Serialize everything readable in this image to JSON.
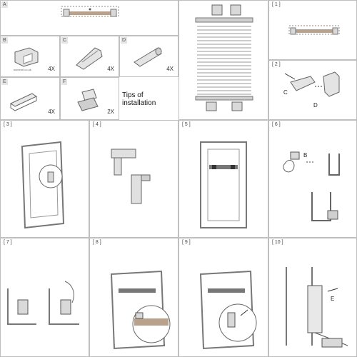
{
  "panels": {
    "A": {
      "tag": "A"
    },
    "B": {
      "tag": "B",
      "qty": "4X",
      "brand": "someurl.co.uk"
    },
    "C": {
      "tag": "C",
      "qty": "4X"
    },
    "D": {
      "tag": "D",
      "qty": "4X"
    },
    "E": {
      "tag": "E",
      "qty": "4X"
    },
    "F": {
      "tag": "F",
      "qty": "2X"
    }
  },
  "tips_title": "Tips of installation",
  "steps": [
    "[ 1 ]",
    "[ 2 ]",
    "[ 3 ]",
    "[ 4 ]",
    "[ 5 ]",
    "[ 6 ]",
    "[ 7 ]",
    "[ 8 ]",
    "[ 9 ]",
    "[ 10 ]"
  ],
  "callouts": {
    "step2_c": "C",
    "step2_d": "D",
    "step6_b": "B",
    "step10_e": "E"
  },
  "colors": {
    "line": "#8a8a8a",
    "bar": "#b9a18c",
    "metal": "#d9d9d9",
    "dark": "#555555"
  }
}
